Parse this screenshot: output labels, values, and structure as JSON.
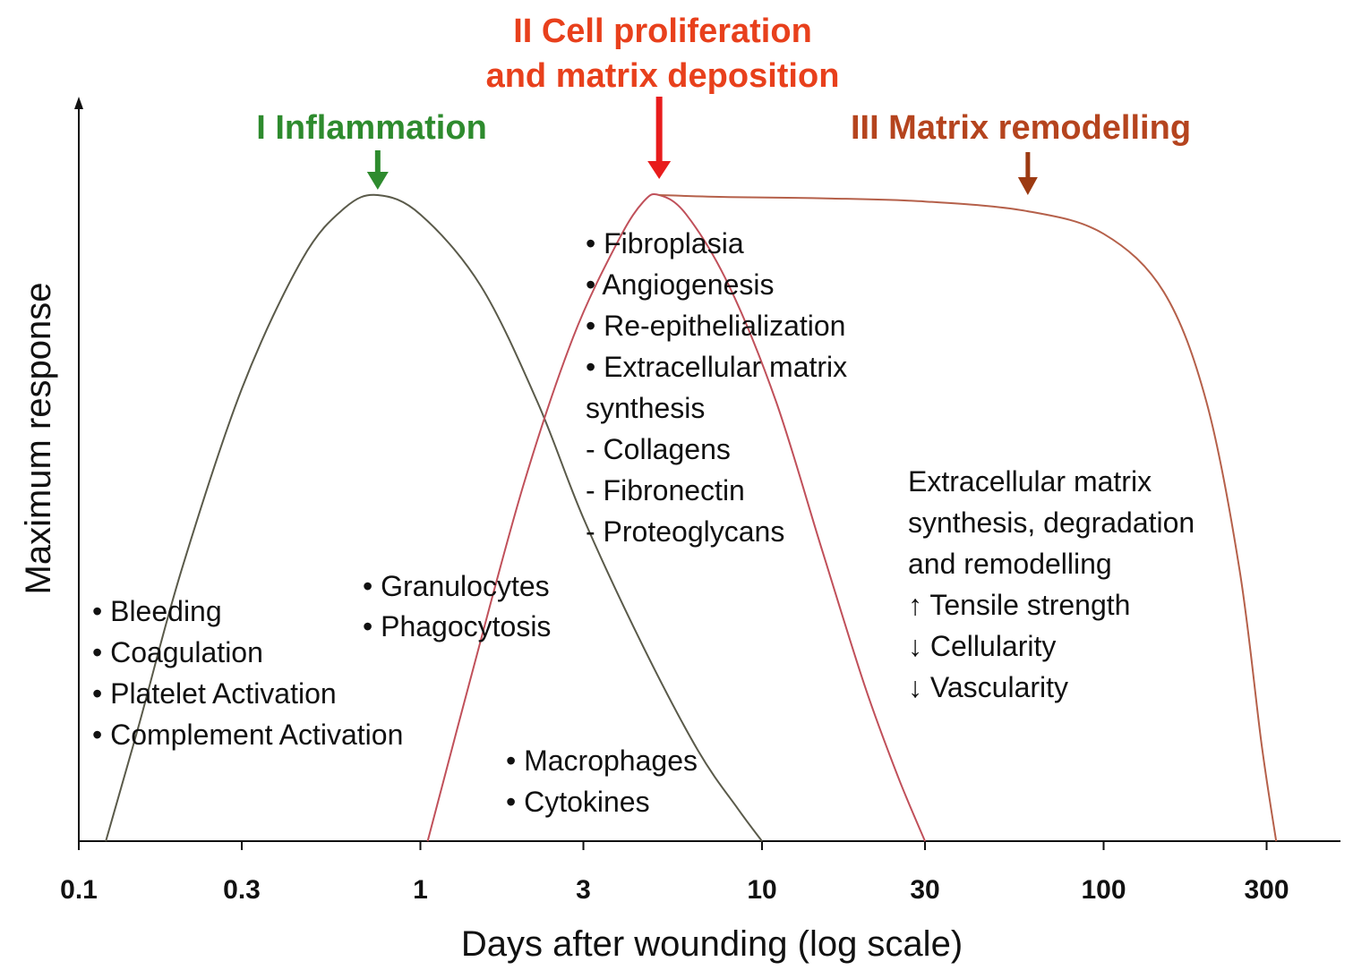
{
  "chart_data": {
    "type": "line",
    "xlabel": "Days after wounding (log scale)",
    "ylabel": "Maximum response",
    "x_scale": "log",
    "xlim": [
      0.1,
      400
    ],
    "ylim": [
      0,
      1
    ],
    "x_ticks": [
      "0.1",
      "0.3",
      "1",
      "3",
      "10",
      "30",
      "100",
      "300"
    ],
    "grid": false,
    "phases": [
      {
        "label_lines": [
          "I Inflammation"
        ],
        "color": "#2e8b2e",
        "arrow_color": "#2e8b2e",
        "arrow_day": 0.75
      },
      {
        "label_lines": [
          "II Cell proliferation",
          "and matrix deposition"
        ],
        "color": "#e8401c",
        "arrow_color": "#e81c1c",
        "arrow_day": 5.0
      },
      {
        "label_lines": [
          "III Matrix remodelling"
        ],
        "color": "#b5441e",
        "arrow_color": "#9c3a12",
        "arrow_day": 60
      }
    ],
    "series": [
      {
        "color": "#5a5a4a",
        "points": [
          [
            0.12,
            0
          ],
          [
            0.15,
            0.18
          ],
          [
            0.2,
            0.42
          ],
          [
            0.3,
            0.7
          ],
          [
            0.45,
            0.9
          ],
          [
            0.6,
            0.98
          ],
          [
            0.75,
            1.0
          ],
          [
            1.0,
            0.97
          ],
          [
            1.5,
            0.86
          ],
          [
            2.2,
            0.68
          ],
          [
            3.0,
            0.5
          ],
          [
            4.5,
            0.3
          ],
          [
            6.5,
            0.14
          ],
          [
            8.5,
            0.05
          ],
          [
            10,
            0
          ]
        ]
      },
      {
        "color": "#c0505a",
        "points": [
          [
            1.05,
            0
          ],
          [
            1.4,
            0.25
          ],
          [
            2.0,
            0.55
          ],
          [
            2.8,
            0.78
          ],
          [
            3.8,
            0.93
          ],
          [
            4.5,
            0.99
          ],
          [
            5.0,
            1.0
          ],
          [
            6.0,
            0.97
          ],
          [
            8.0,
            0.86
          ],
          [
            11,
            0.68
          ],
          [
            15,
            0.45
          ],
          [
            20,
            0.24
          ],
          [
            25,
            0.1
          ],
          [
            30,
            0
          ]
        ]
      },
      {
        "color": "#b5604a",
        "points": [
          [
            5.0,
            1.0
          ],
          [
            8,
            0.997
          ],
          [
            15,
            0.995
          ],
          [
            30,
            0.99
          ],
          [
            60,
            0.975
          ],
          [
            100,
            0.94
          ],
          [
            150,
            0.85
          ],
          [
            200,
            0.68
          ],
          [
            250,
            0.42
          ],
          [
            290,
            0.15
          ],
          [
            320,
            0
          ]
        ]
      }
    ],
    "annotations": [
      {
        "lines": [
          "• Bleeding",
          "• Coagulation",
          "• Platelet Activation",
          "• Complement Activation"
        ]
      },
      {
        "lines": [
          "• Granulocytes",
          "• Phagocytosis"
        ]
      },
      {
        "lines": [
          "• Macrophages",
          "• Cytokines"
        ]
      },
      {
        "lines": [
          "• Fibroplasia",
          "• Angiogenesis",
          "• Re-epithelialization",
          "• Extracellular matrix",
          "synthesis",
          "- Collagens",
          "- Fibronectin",
          "- Proteoglycans"
        ]
      },
      {
        "lines": [
          "Extracellular matrix",
          "synthesis, degradation",
          "and remodelling",
          "↑ Tensile strength",
          "↓ Cellularity",
          "↓ Vascularity"
        ]
      }
    ]
  }
}
